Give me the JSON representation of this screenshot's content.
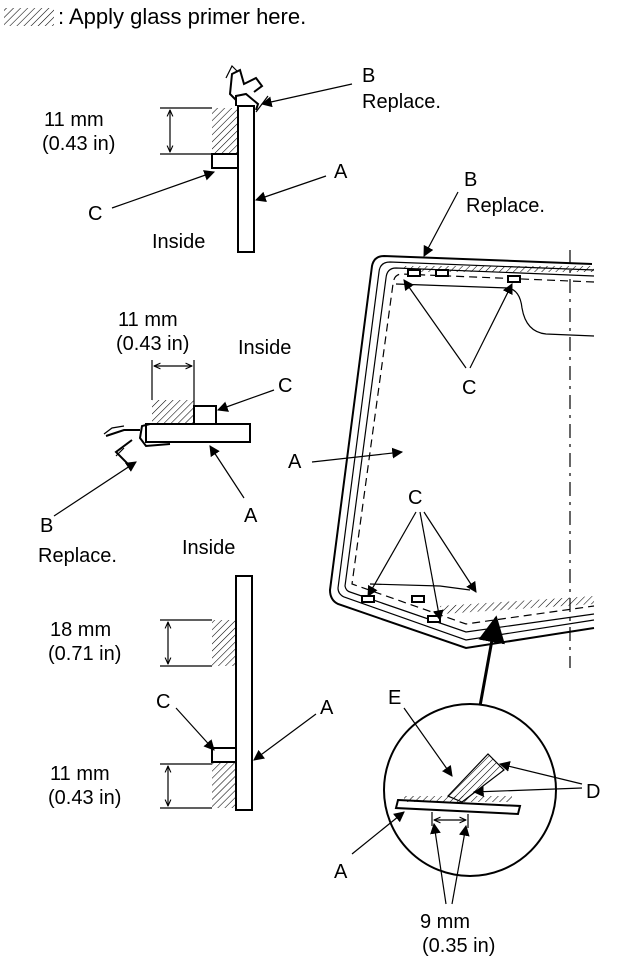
{
  "legend": {
    "text": ": Apply glass primer here."
  },
  "detail_top": {
    "dim_mm": "11 mm",
    "dim_in": "(0.43 in)",
    "label_b": "B",
    "label_b_note": "Replace.",
    "label_a": "A",
    "label_c": "C",
    "inside": "Inside"
  },
  "detail_mid": {
    "dim_mm": "11 mm",
    "dim_in": "(0.43 in)",
    "inside": "Inside",
    "label_c": "C",
    "label_a": "A",
    "label_b": "B",
    "label_b_note": "Replace."
  },
  "detail_bottom": {
    "inside": "Inside",
    "dim1_mm": "18 mm",
    "dim1_in": "(0.71 in)",
    "label_c": "C",
    "label_a": "A",
    "dim2_mm": "11 mm",
    "dim2_in": "(0.43 in)"
  },
  "windshield": {
    "label_b": "B",
    "label_b_note": "Replace.",
    "label_c_top": "C",
    "label_a": "A",
    "label_c_bottom": "C"
  },
  "zoom": {
    "label_e": "E",
    "label_d": "D",
    "label_a": "A",
    "dim_mm": "9 mm",
    "dim_in": "(0.35 in)"
  }
}
